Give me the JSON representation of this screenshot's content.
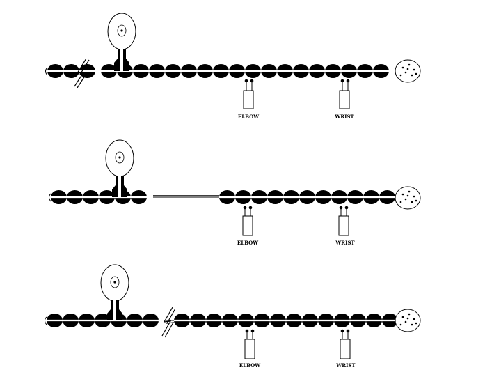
{
  "diagrams": [
    {
      "electrodes": [
        {
          "label": "ELBOW"
        },
        {
          "label": "WRIST"
        }
      ]
    },
    {
      "electrodes": [
        {
          "label": "ELBOW"
        },
        {
          "label": "WRIST"
        }
      ]
    },
    {
      "electrodes": [
        {
          "label": "ELBOW"
        },
        {
          "label": "WRIST"
        }
      ]
    }
  ]
}
